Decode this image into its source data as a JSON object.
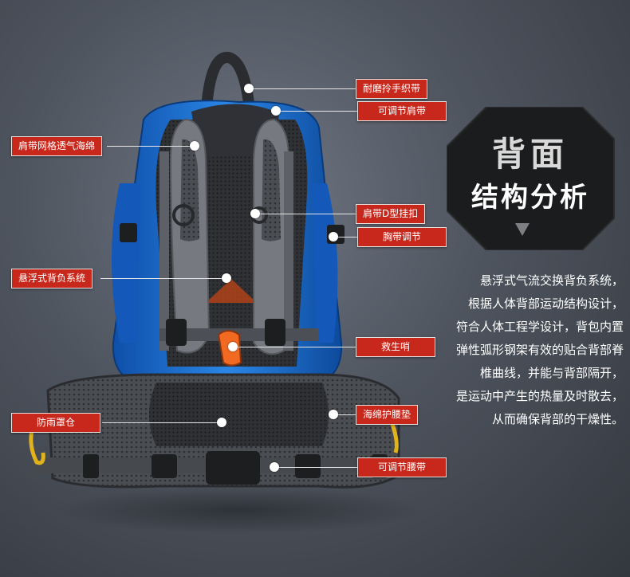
{
  "title": {
    "line1": "背面",
    "line2": "结构分析"
  },
  "labels": {
    "handle": "耐磨拎手织带",
    "adjust_shoulder": "可调节肩带",
    "mesh_sponge": "肩带网格透气海绵",
    "d_hook": "肩带D型挂扣",
    "chest_strap": "胸带调节",
    "suspension": "悬浮式背负系统",
    "whistle": "救生哨",
    "rain_cover": "防雨罩仓",
    "waist_pad": "海绵护腰垫",
    "waist_belt": "可调节腰带"
  },
  "description": [
    "悬浮式气流交换背负系统，",
    "根据人体背部运动结构设计，",
    "符合人体工程学设计，背包内置",
    "弹性弧形钢架有效的贴合背部脊",
    "椎曲线，并能与背部隔开，",
    "是运动中产生的热量及时散去，",
    "从而确保背部的干燥性。"
  ],
  "colors": {
    "label_red": "#c8281c",
    "pack_blue": "#1f6fd1",
    "strap_gray": "#6d7076",
    "whistle_orange": "#f26a21",
    "buckle_black": "#1d1e20"
  }
}
